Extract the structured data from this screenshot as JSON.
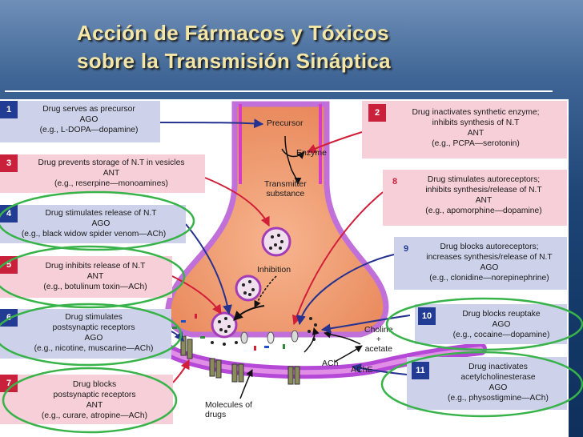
{
  "title": {
    "line1": "Acción de Fármacos y Tóxicos",
    "line2": "sobre la Transmisión Sináptica"
  },
  "boxes": [
    {
      "num": "1",
      "lines": [
        "Drug serves as precursor",
        "AGO",
        "(e.g., L-DOPA—dopamine)"
      ]
    },
    {
      "num": "2",
      "lines": [
        "Drug inactivates synthetic enzyme;",
        "inhibits synthesis of N.T",
        "ANT",
        "(e.g., PCPA—serotonin)"
      ]
    },
    {
      "num": "3",
      "lines": [
        "Drug prevents storage of N.T in vesicles",
        "ANT",
        "(e.g., reserpine—monoamines)"
      ]
    },
    {
      "num": "8",
      "lines": [
        "Drug stimulates autoreceptors;",
        "inhibits synthesis/release of N.T",
        "ANT",
        "(e.g., apomorphine—dopamine)"
      ]
    },
    {
      "num": "4",
      "lines": [
        "Drug stimulates release of N.T",
        "AGO",
        "(e.g., black widow spider venom—ACh)"
      ]
    },
    {
      "num": "9",
      "lines": [
        "Drug blocks autoreceptors;",
        "increases synthesis/release of N.T",
        "AGO",
        "(e.g., clonidine—norepinephrine)"
      ]
    },
    {
      "num": "5",
      "lines": [
        "Drug inhibits release of N.T",
        "ANT",
        "(e.g., botulinum toxin—ACh)"
      ]
    },
    {
      "num": "10",
      "lines": [
        "Drug blocks reuptake",
        "AGO",
        "(e.g., cocaine—dopamine)"
      ]
    },
    {
      "num": "6",
      "lines": [
        "Drug stimulates",
        "postsynaptic receptors",
        "AGO",
        "(e.g., nicotine, muscarine—ACh)"
      ]
    },
    {
      "num": "11",
      "lines": [
        "Drug inactivates",
        "acetylcholinesterase",
        "AGO",
        "(e.g., physostigmine—ACh)"
      ]
    },
    {
      "num": "7",
      "lines": [
        "Drug blocks",
        "postsynaptic receptors",
        "ANT",
        "(e.g., curare, atropine—ACh)"
      ]
    }
  ],
  "labels": {
    "precursor": "Precursor",
    "enzyme": "Enzyme",
    "transmitter": [
      "Transmitter",
      "substance"
    ],
    "inhibition": "Inhibition",
    "choline": [
      "Choline",
      "+",
      "acetate"
    ],
    "ach": "ACh",
    "ache": "AChE",
    "molecules": [
      "Molecules of",
      "drugs"
    ]
  }
}
